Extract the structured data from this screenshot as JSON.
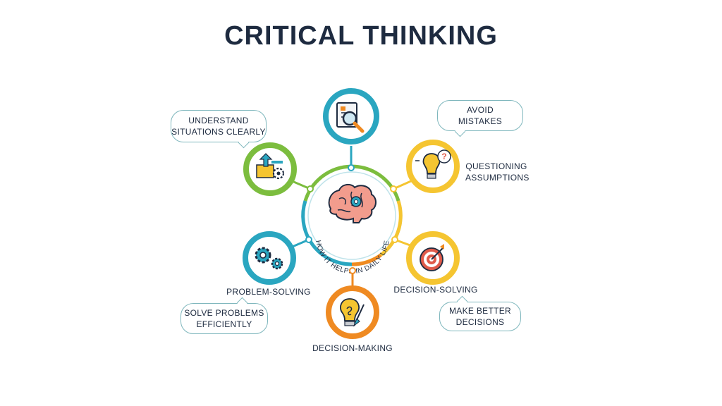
{
  "title": "CRITICAL THINKING",
  "center": {
    "text": "HOW IT HELPS IN DAILY LIFE",
    "icon": "brain-gear-icon"
  },
  "nodes": [
    {
      "id": "top",
      "icon": "document-magnifier-icon",
      "color": "#2aa6c0"
    },
    {
      "id": "understand",
      "icon": "upload-gear-icon",
      "color": "#7cbd3e"
    },
    {
      "id": "questioning",
      "icon": "lightbulb-question-icon",
      "color": "#f5c531"
    },
    {
      "id": "problem",
      "icon": "gears-icon",
      "color": "#2aa6c0"
    },
    {
      "id": "decision-solving",
      "icon": "target-arrow-icon",
      "color": "#f5c531"
    },
    {
      "id": "decision-making",
      "icon": "lightbulb-brush-icon",
      "color": "#ef8a22"
    }
  ],
  "labels": {
    "questioning": "QUESTIONING\nASSUMPTIONS",
    "problem_solving": "PROBLEM-SOLVING",
    "decision_solving": "DECISION-SOLVING",
    "decision_making": "DECISION-MAKING"
  },
  "bubbles": {
    "understand": "UNDERSTAND\nSITUATIONS CLEARLY",
    "avoid": "AVOID\nMISTAKES",
    "solve": "SOLVE PROBLEMS\nEFFICIENTLY",
    "better": "MAKE BETTER\nDECISIONS"
  },
  "colors": {
    "dark": "#1e2b40",
    "teal": "#2aa6c0",
    "green": "#7cbd3e",
    "yellow": "#f5c531",
    "orange": "#ef8a22",
    "bubble_border": "#7fb7bd"
  }
}
